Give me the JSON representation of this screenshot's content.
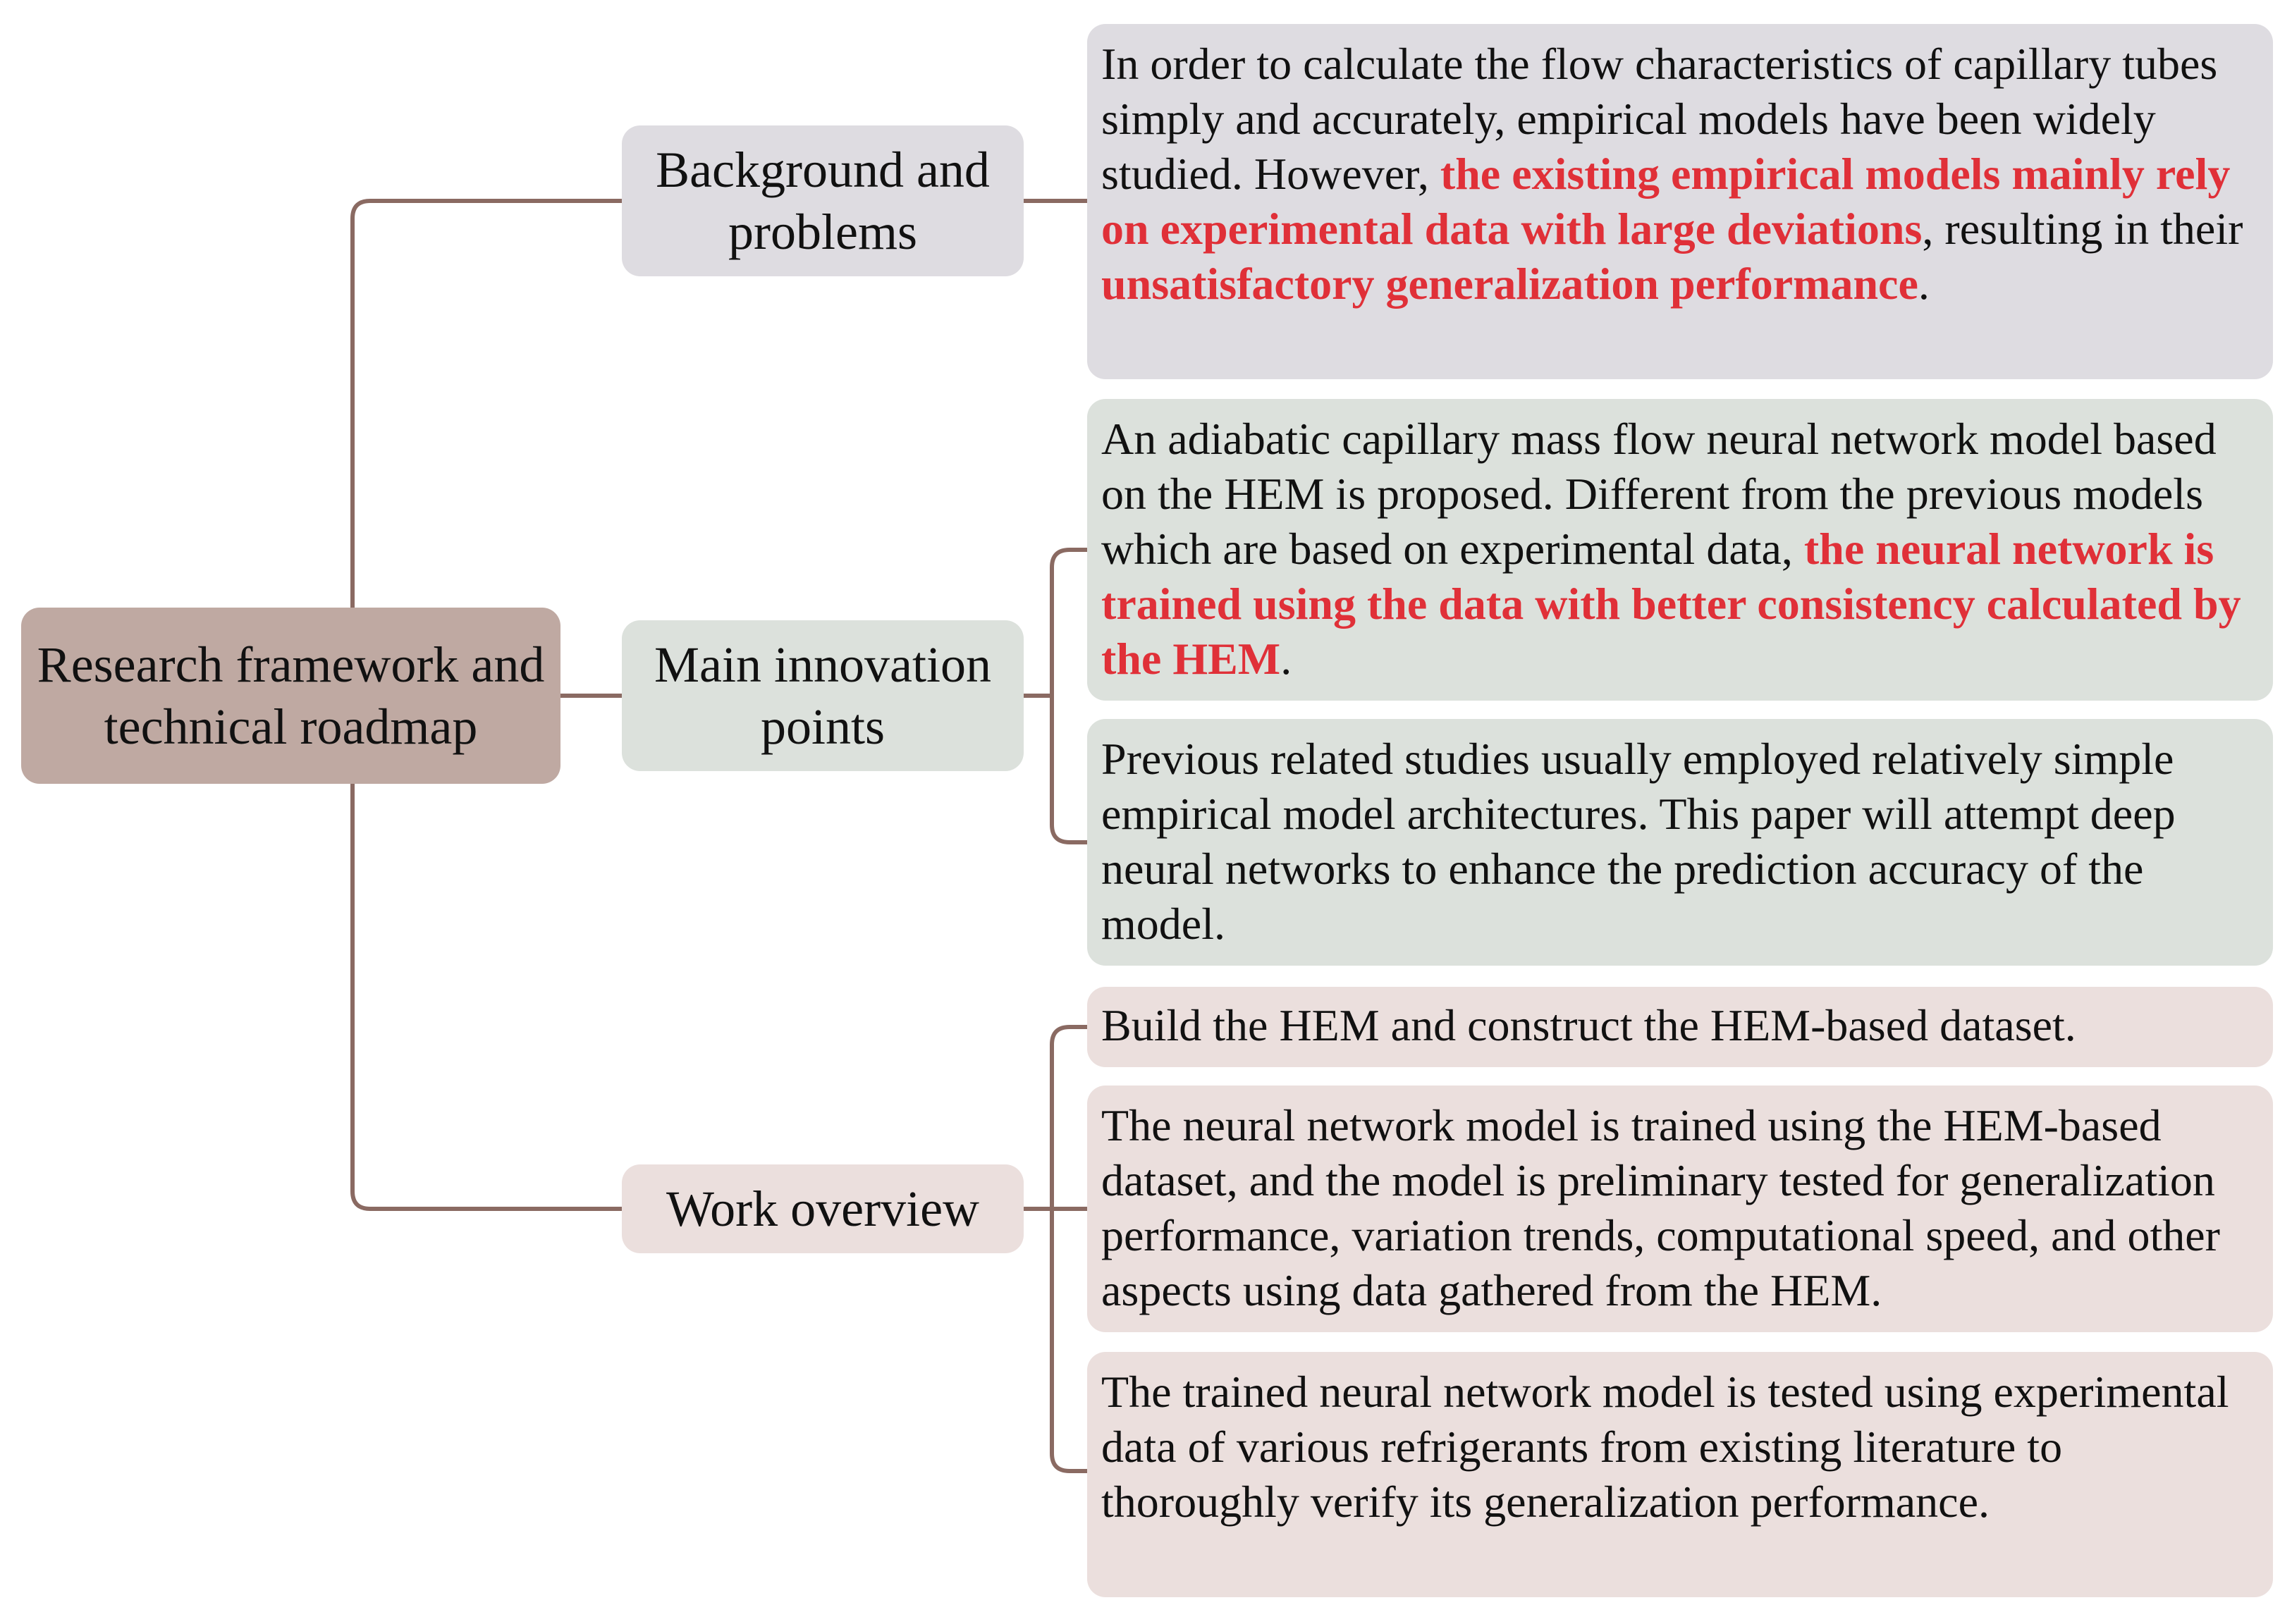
{
  "root": {
    "label": "Research framework and technical roadmap"
  },
  "branches": {
    "background": {
      "label": "Background and problems",
      "items": [
        [
          {
            "text": "In order to calculate the flow characteristics of capillary tubes simply and accurately, empirical models have been widely studied. However, ",
            "highlight": false
          },
          {
            "text": "the existing empirical models mainly rely on experimental data with large deviations",
            "highlight": true
          },
          {
            "text": ", resulting in their ",
            "highlight": false
          },
          {
            "text": "unsatisfactory generalization performance",
            "highlight": true
          },
          {
            "text": ".",
            "highlight": false
          }
        ]
      ]
    },
    "innovation": {
      "label": "Main innovation points",
      "items": [
        [
          {
            "text": "An adiabatic capillary mass flow neural network model based on the HEM is proposed. Different from the previous models which are based on experimental data, ",
            "highlight": false
          },
          {
            "text": "the neural network is trained using the data with better consistency calculated by the HEM",
            "highlight": true
          },
          {
            "text": ".",
            "highlight": false
          }
        ],
        [
          {
            "text": "Previous related studies usually employed relatively simple empirical model architectures. This paper will attempt deep neural networks to enhance the prediction accuracy of the model.",
            "highlight": false
          }
        ]
      ]
    },
    "overview": {
      "label": "Work overview",
      "items": [
        [
          {
            "text": "Build the HEM and construct the HEM-based dataset.",
            "highlight": false
          }
        ],
        [
          {
            "text": "The neural network model is trained using the HEM-based dataset, and the model is preliminary tested for generalization performance, variation trends, computational speed, and other aspects using data gathered from the HEM.",
            "highlight": false
          }
        ],
        [
          {
            "text": "The trained neural network model is tested using experimental data of various refrigerants from existing literature to thoroughly verify its generalization performance.",
            "highlight": false
          }
        ]
      ]
    }
  },
  "colors": {
    "connector": "#8a6a62",
    "highlight": "#e03038",
    "root_fill": "#bfa9a2",
    "background_fill": "#dedce1",
    "innovation_fill": "#dce1dc",
    "overview_fill": "#ebdfdd"
  }
}
